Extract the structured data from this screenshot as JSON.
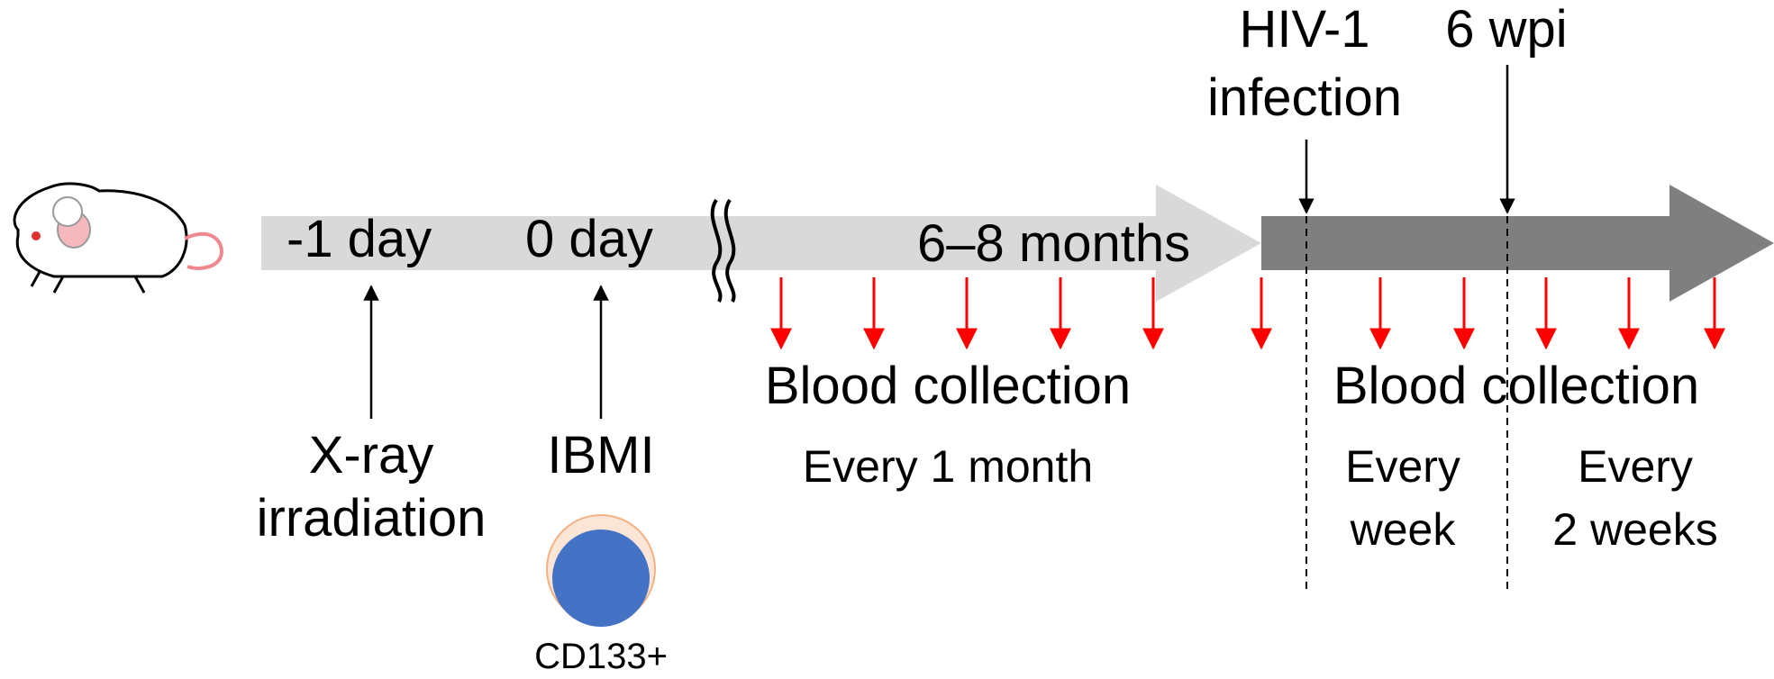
{
  "timeline": {
    "day_minus1": "-1 day",
    "day_0": "0 day",
    "months": "6–8 months"
  },
  "events": {
    "xray_line1": "X-ray",
    "xray_line2": "irradiation",
    "ibmi": "IBMI",
    "cell_label": "CD133+",
    "hiv_line1": "HIV-1",
    "hiv_line2": "infection",
    "wpi": "6 wpi"
  },
  "blood": {
    "collection_1": "Blood collection",
    "interval_1": "Every 1 month",
    "collection_2": "Blood collection",
    "interval_2_line1": "Every",
    "interval_2_line2": "week",
    "interval_3_line1": "Every",
    "interval_3_line2": "2 weeks"
  },
  "colors": {
    "phase1_arrow": "#d9d9d9",
    "phase2_arrow": "#7f7f7f",
    "blood_arrow": "#ff0000",
    "cell_outer": "#fbe5d6",
    "cell_inner": "#4472c4",
    "mouse_ear": "#f4b8bd",
    "mouse_eye": "#e03030"
  },
  "icons": [
    "mouse-icon",
    "stem-cell-icon",
    "axis-break-icon"
  ]
}
